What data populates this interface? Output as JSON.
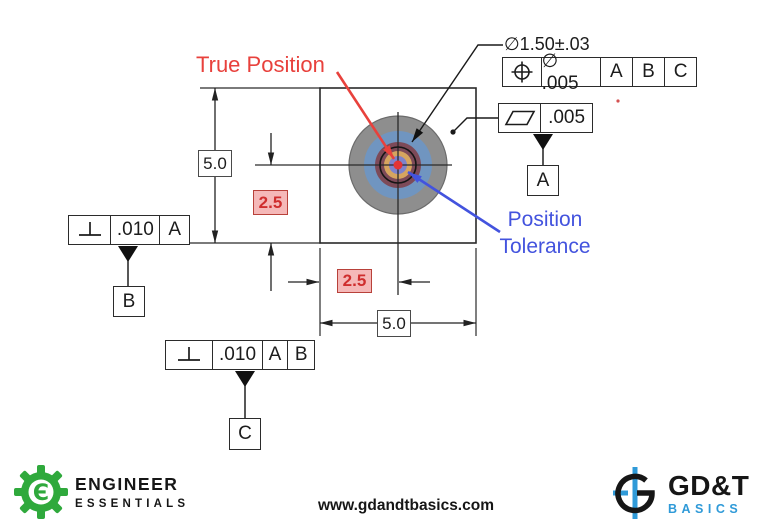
{
  "drawing": {
    "true_position_label": "True Position",
    "position_tolerance_label": {
      "line1": "Position",
      "line2": "Tolerance"
    },
    "size_callout": "∅1.50±.03",
    "position_fcf": {
      "symbol": "position",
      "tolerance": "∅ .005",
      "datum_1": "A",
      "datum_2": "B",
      "datum_3": "C"
    },
    "parallelism_fcf": {
      "symbol": "parallelism",
      "tolerance": ".005",
      "datum_label": "A"
    },
    "perp_left_fcf": {
      "symbol": "perpendicularity",
      "tolerance": ".010",
      "datum_1": "A",
      "datum_label": "B"
    },
    "perp_bottom_fcf": {
      "symbol": "perpendicularity",
      "tolerance": ".010",
      "datum_1": "A",
      "datum_2": "B",
      "datum_label": "C"
    },
    "dimensions": {
      "height": "5.0",
      "width": "5.0",
      "center_offset_y": "2.5",
      "center_offset_x": "2.5"
    },
    "colors": {
      "true_position_red": "#e8413c",
      "position_tolerance_blue": "#4353de",
      "zone_gray": "#8e8e8e",
      "zone_blue": "#7095c0",
      "zone_maroon": "#7d4a58",
      "zone_orange": "#d6a55f",
      "zone_periwinkle": "#7e82cb",
      "center_dot_red": "#e33434",
      "highlight_pink": "#f5b8b8"
    }
  },
  "footer": {
    "website": "www.gdandtbasics.com",
    "engineer_essentials": {
      "line1": "ENGINEER",
      "line2": "ESSENTIALS",
      "monogram": "Є",
      "green": "#2fa93c"
    },
    "gdt_basics": {
      "line1": "GD&T",
      "line2": "BASICS",
      "blue": "#2f9ad8"
    }
  }
}
